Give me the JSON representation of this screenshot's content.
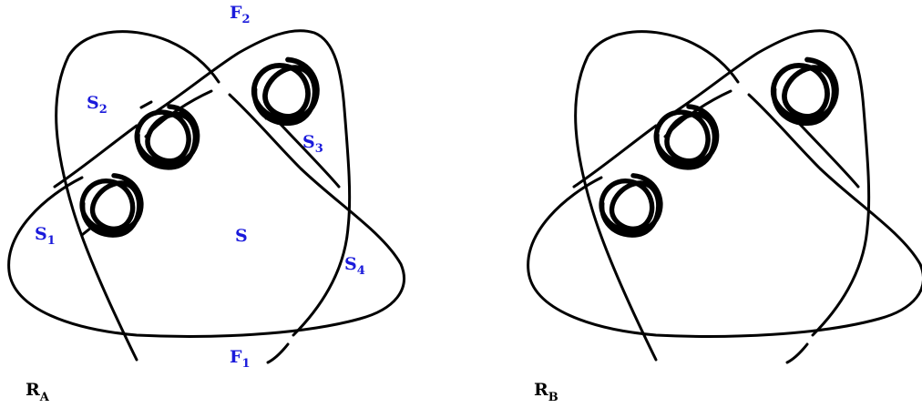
{
  "colors": {
    "label": "#1a1adb",
    "caption": "#000000",
    "stroke": "#000000"
  },
  "left_diagram": {
    "caption": {
      "main": "R",
      "sub": "A"
    },
    "labels": {
      "f2": {
        "main": "F",
        "sub": "2"
      },
      "s2": {
        "main": "S",
        "sub": "2"
      },
      "s3": {
        "main": "S",
        "sub": "3"
      },
      "s1": {
        "main": "S",
        "sub": "1"
      },
      "s": {
        "main": "S",
        "sub": ""
      },
      "s4": {
        "main": "S",
        "sub": "4"
      },
      "f1": {
        "main": "F",
        "sub": "1"
      }
    }
  },
  "right_diagram": {
    "caption": {
      "main": "R",
      "sub": "B"
    }
  }
}
